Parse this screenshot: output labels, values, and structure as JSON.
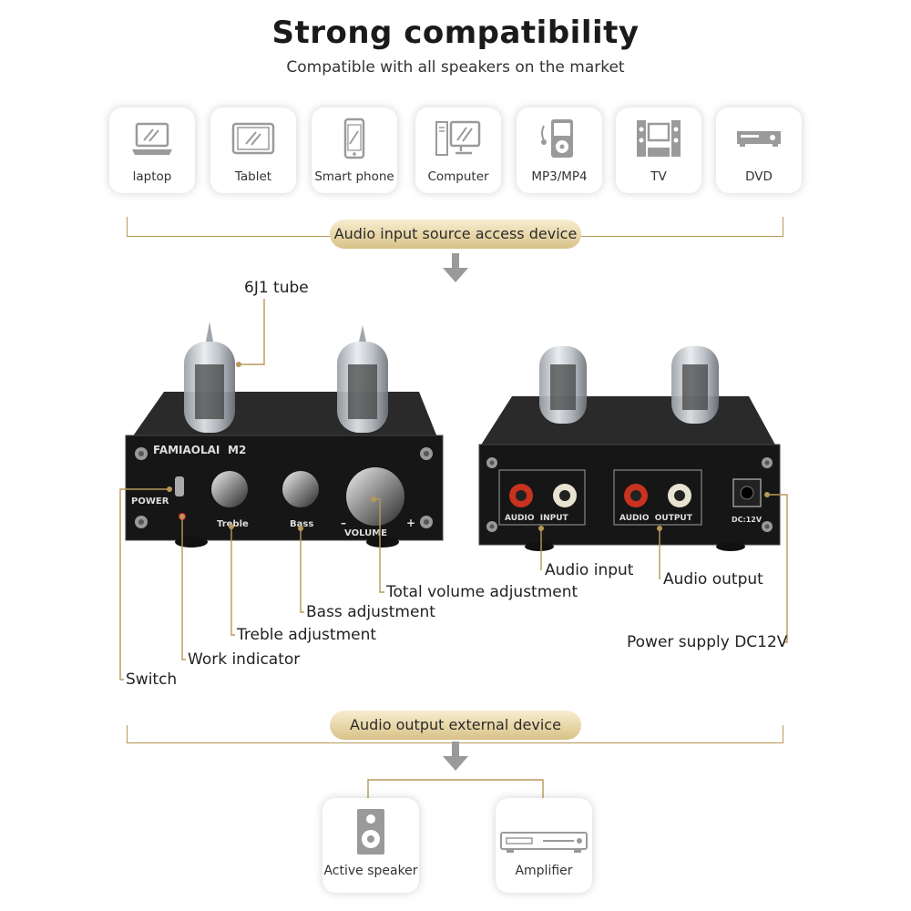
{
  "header": {
    "title": "Strong compatibility",
    "subtitle": "Compatible with all speakers on the market"
  },
  "sources": [
    {
      "label": "laptop",
      "icon": "laptop-icon"
    },
    {
      "label": "Tablet",
      "icon": "tablet-icon"
    },
    {
      "label": "Smart phone",
      "icon": "smartphone-icon"
    },
    {
      "label": "Computer",
      "icon": "computer-icon"
    },
    {
      "label": "MP3/MP4",
      "icon": "mp3-player-icon"
    },
    {
      "label": "TV",
      "icon": "tv-icon"
    },
    {
      "label": "DVD",
      "icon": "dvd-player-icon"
    }
  ],
  "input_banner": "Audio input source access device",
  "output_banner": "Audio output external device",
  "device_front": {
    "brand": "FAMIAOLAI",
    "model": "M2",
    "power_label": "POWER",
    "treble_label": "Treble",
    "bass_label": "Bass",
    "volume_label": "VOLUME",
    "minus": "–",
    "plus": "+"
  },
  "device_back": {
    "input_label": "AUDIO  INPUT",
    "output_label": "AUDIO  OUTPUT",
    "dc_label": "DC:12V"
  },
  "annotations": {
    "tube": "6J1 tube",
    "volume": "Total volume adjustment",
    "bass": "Bass adjustment",
    "treble": "Treble adjustment",
    "indicator": "Work indicator",
    "switch": "Switch",
    "audio_input": "Audio input",
    "audio_output": "Audio output",
    "power_supply": "Power supply DC12V"
  },
  "outputs": [
    {
      "label": "Active speaker",
      "icon": "speaker-icon"
    },
    {
      "label": "Amplifier",
      "icon": "amplifier-icon"
    }
  ],
  "colors": {
    "accent_line": "#b8985a",
    "pill_gold": "#e7d6a6",
    "arrow": "#9a9a9a",
    "device_body": "#1b1b1b"
  }
}
